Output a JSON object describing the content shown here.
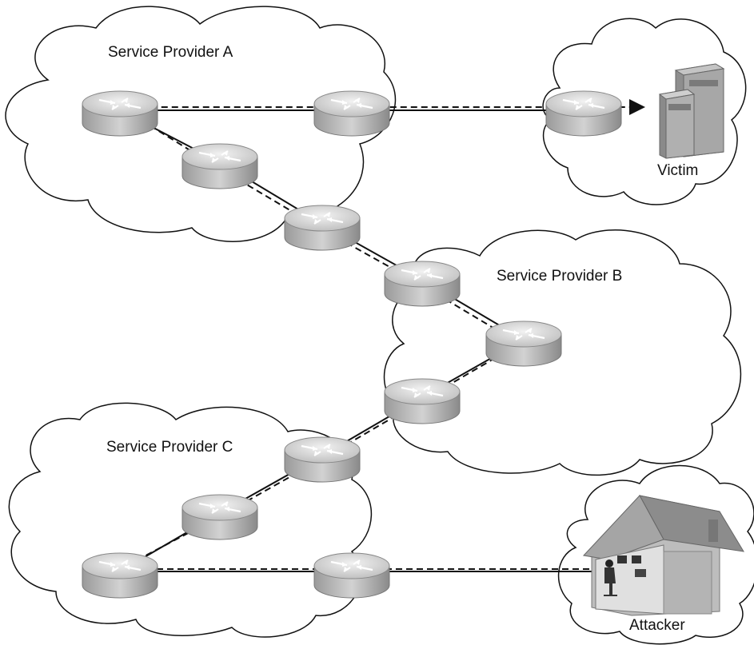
{
  "clouds": {
    "a": {
      "label": "Service Provider A"
    },
    "b": {
      "label": "Service Provider B"
    },
    "c": {
      "label": "Service Provider C"
    },
    "victim": {
      "label": "Victim"
    },
    "attacker": {
      "label": "Attacker"
    }
  },
  "colors": {
    "cloud_stroke": "#111111",
    "link": "#111111",
    "router_body": "#a9a9a9",
    "router_top": "#d8d8d8",
    "server": "#9e9e9e",
    "house_roof": "#8c8c8c",
    "house_wall": "#b9b9b9"
  },
  "icons": {
    "router": "router-icon",
    "server": "server-icon",
    "house": "house-icon"
  }
}
